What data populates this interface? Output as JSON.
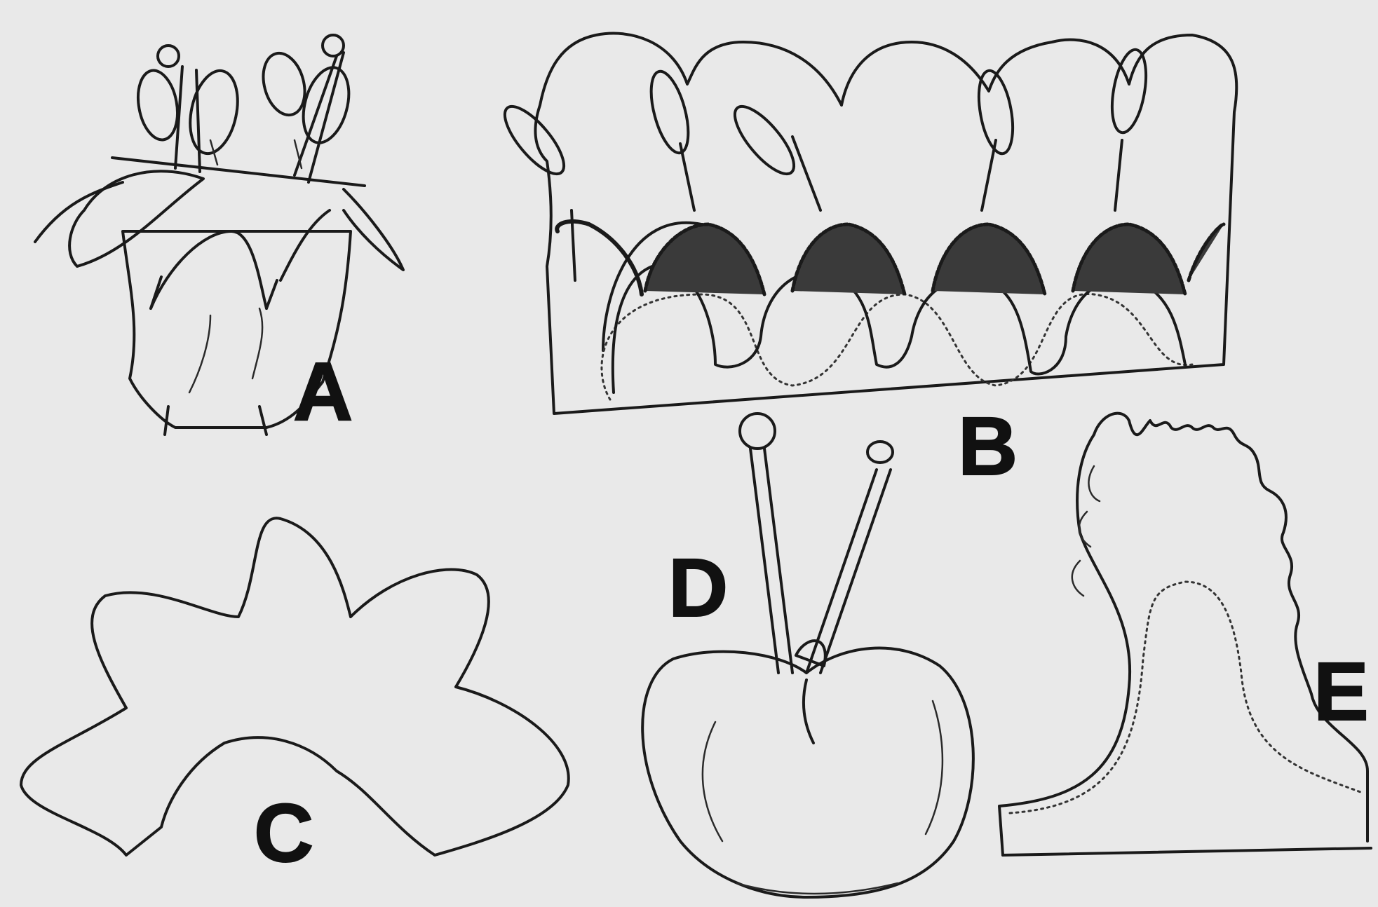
{
  "figures": [
    {
      "id": "a",
      "label": "A"
    },
    {
      "id": "b",
      "label": "B"
    },
    {
      "id": "c",
      "label": "C"
    },
    {
      "id": "d",
      "label": "D"
    },
    {
      "id": "e",
      "label": "E"
    }
  ]
}
